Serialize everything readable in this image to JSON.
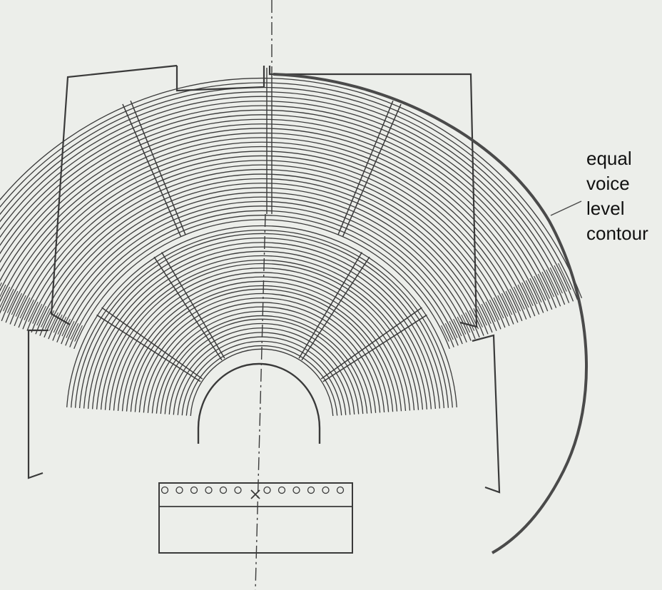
{
  "annotation": {
    "lines": [
      "equal",
      "voice",
      "level",
      "contour"
    ]
  },
  "colors": {
    "paper": "#eceeea",
    "ink": "#3a3a3a",
    "contour": "#4a4a4a",
    "text": "#111111"
  },
  "icons": {
    "speaker_mark": "cross-mark-icon"
  }
}
